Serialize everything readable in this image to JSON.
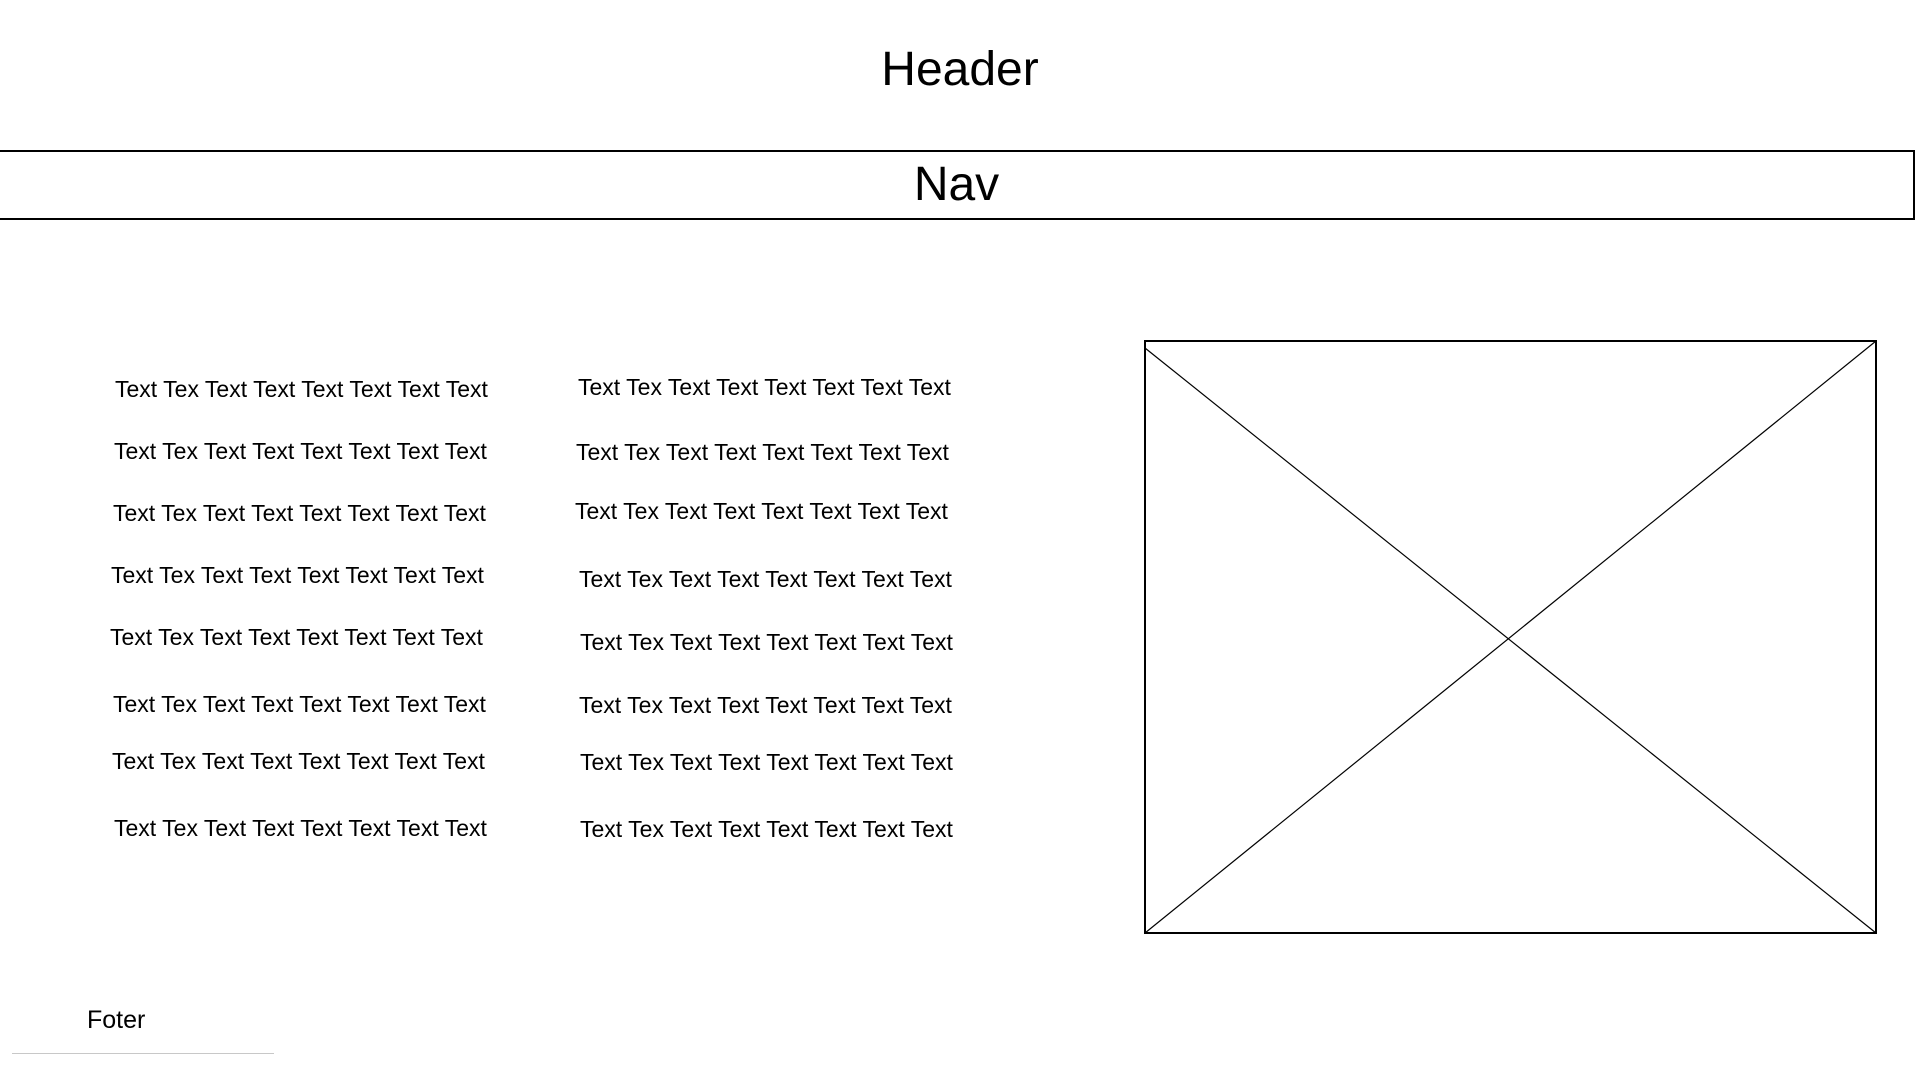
{
  "header": {
    "title": "Header"
  },
  "nav": {
    "label": "Nav"
  },
  "content": {
    "left_lines": [
      "Text Tex Text Text Text Text Text Text",
      "Text Tex Text Text Text Text Text Text",
      "Text Tex Text Text Text Text Text Text",
      "Text Tex Text Text Text Text Text Text",
      "Text Tex Text Text Text Text Text Text",
      "Text Tex Text Text Text Text Text Text",
      "Text Tex Text Text Text Text Text Text",
      "Text Tex Text Text Text Text Text Text"
    ],
    "right_lines": [
      "Text Tex Text Text Text Text Text Text",
      "Text Tex Text Text Text Text Text Text",
      "Text Tex Text Text Text Text Text Text",
      "Text Tex Text Text Text Text Text Text",
      "Text Tex Text Text Text Text Text Text",
      "Text Tex Text Text Text Text Text Text",
      "Text Tex Text Text Text Text Text Text",
      "Text Tex Text Text Text Text Text Text"
    ]
  },
  "image_placeholder": {
    "icon": "image-placeholder-icon"
  },
  "footer": {
    "label": "Foter"
  }
}
